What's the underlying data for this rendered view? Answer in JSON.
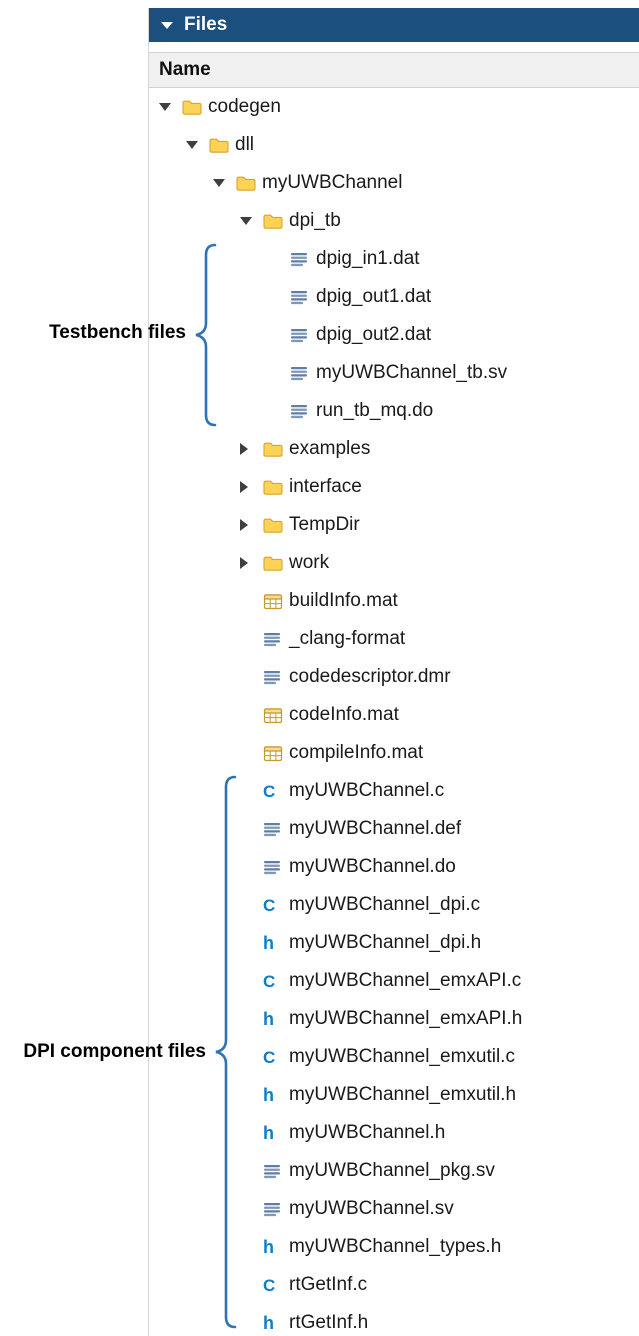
{
  "colors": {
    "header-bg": "#1B4F7E",
    "brace": "#2E74B5",
    "folder-fill": "#FCD257",
    "folder-stroke": "#D9A42C",
    "file-letter": "#0F7CC4"
  },
  "panel": {
    "title": "Files",
    "column_header": "Name"
  },
  "tree": [
    {
      "name": "codegen",
      "type": "folder",
      "level": 0,
      "expanded": true
    },
    {
      "name": "dll",
      "type": "folder",
      "level": 1,
      "expanded": true
    },
    {
      "name": "myUWBChannel",
      "type": "folder",
      "level": 2,
      "expanded": true
    },
    {
      "name": "dpi_tb",
      "type": "folder",
      "level": 3,
      "expanded": true
    },
    {
      "name": "dpig_in1.dat",
      "type": "lines",
      "level": 4
    },
    {
      "name": "dpig_out1.dat",
      "type": "lines",
      "level": 4
    },
    {
      "name": "dpig_out2.dat",
      "type": "lines",
      "level": 4
    },
    {
      "name": "myUWBChannel_tb.sv",
      "type": "lines",
      "level": 4
    },
    {
      "name": "run_tb_mq.do",
      "type": "lines",
      "level": 4
    },
    {
      "name": "examples",
      "type": "folder",
      "level": 3,
      "expanded": false
    },
    {
      "name": "interface",
      "type": "folder",
      "level": 3,
      "expanded": false
    },
    {
      "name": "TempDir",
      "type": "folder",
      "level": 3,
      "expanded": false
    },
    {
      "name": "work",
      "type": "folder",
      "level": 3,
      "expanded": false
    },
    {
      "name": "buildInfo.mat",
      "type": "mat",
      "level": 3
    },
    {
      "name": "_clang-format",
      "type": "lines",
      "level": 3
    },
    {
      "name": "codedescriptor.dmr",
      "type": "lines",
      "level": 3
    },
    {
      "name": "codeInfo.mat",
      "type": "mat",
      "level": 3
    },
    {
      "name": "compileInfo.mat",
      "type": "mat",
      "level": 3
    },
    {
      "name": "myUWBChannel.c",
      "type": "c",
      "level": 3
    },
    {
      "name": "myUWBChannel.def",
      "type": "lines",
      "level": 3
    },
    {
      "name": "myUWBChannel.do",
      "type": "lines",
      "level": 3
    },
    {
      "name": "myUWBChannel_dpi.c",
      "type": "c",
      "level": 3
    },
    {
      "name": "myUWBChannel_dpi.h",
      "type": "h",
      "level": 3
    },
    {
      "name": "myUWBChannel_emxAPI.c",
      "type": "c",
      "level": 3
    },
    {
      "name": "myUWBChannel_emxAPI.h",
      "type": "h",
      "level": 3
    },
    {
      "name": "myUWBChannel_emxutil.c",
      "type": "c",
      "level": 3
    },
    {
      "name": "myUWBChannel_emxutil.h",
      "type": "h",
      "level": 3
    },
    {
      "name": "myUWBChannel.h",
      "type": "h",
      "level": 3
    },
    {
      "name": "myUWBChannel_pkg.sv",
      "type": "lines",
      "level": 3
    },
    {
      "name": "myUWBChannel.sv",
      "type": "lines",
      "level": 3
    },
    {
      "name": "myUWBChannel_types.h",
      "type": "h",
      "level": 3
    },
    {
      "name": "rtGetInf.c",
      "type": "c",
      "level": 3
    },
    {
      "name": "rtGetInf.h",
      "type": "h",
      "level": 3
    }
  ],
  "annotations": [
    {
      "label": "Testbench files"
    },
    {
      "label": "DPI component files"
    }
  ]
}
